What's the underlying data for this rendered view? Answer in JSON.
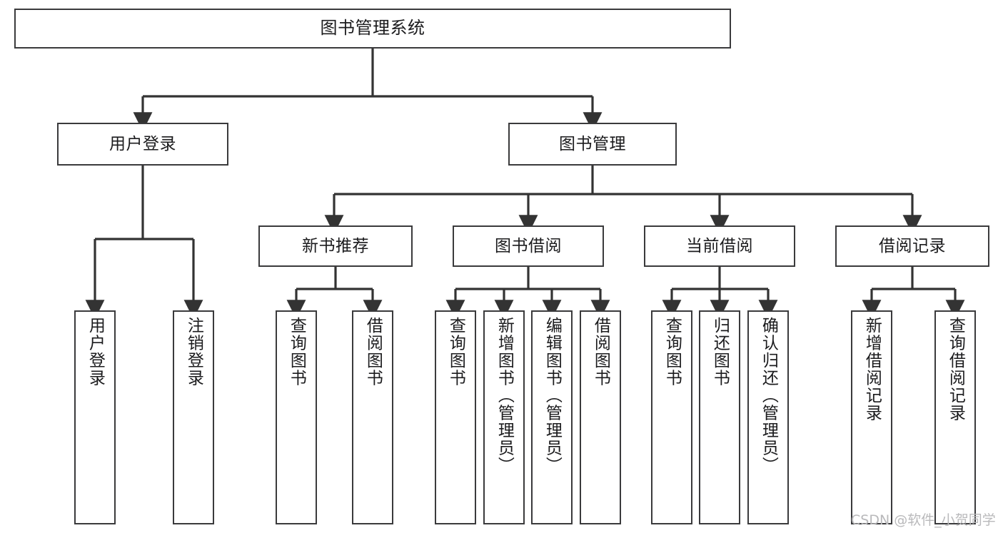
{
  "diagram": {
    "type": "tree",
    "title": "图书管理系统",
    "watermark": "CSDN @软件_小贺同学",
    "colors": {
      "box_border": "#3a3a3c",
      "box_fill": "#ffffff",
      "edge": "#333333",
      "text": "#1b1b1d",
      "watermark": "#b9b9bb",
      "background": "#ffffff"
    },
    "nodes": {
      "root": {
        "label": "图书管理系统"
      },
      "level2": [
        {
          "id": "user-login",
          "label": "用户登录"
        },
        {
          "id": "book-manage",
          "label": "图书管理"
        }
      ],
      "level3": [
        {
          "id": "new-book-recommend",
          "label": "新书推荐"
        },
        {
          "id": "book-borrow",
          "label": "图书借阅"
        },
        {
          "id": "current-borrow",
          "label": "当前借阅"
        },
        {
          "id": "borrow-record",
          "label": "借阅记录"
        }
      ],
      "leaves": {
        "user-login": [
          {
            "id": "leaf-user-login",
            "label": "用户登录"
          },
          {
            "id": "leaf-user-logout",
            "label": "注销登录"
          }
        ],
        "new-book-recommend": [
          {
            "id": "leaf-query-book-1",
            "label": "查询图书"
          },
          {
            "id": "leaf-borrow-book-1",
            "label": "借阅图书"
          }
        ],
        "book-borrow": [
          {
            "id": "leaf-query-book-2",
            "label": "查询图书"
          },
          {
            "id": "leaf-add-book",
            "label": "新增图书（管理员）"
          },
          {
            "id": "leaf-edit-book",
            "label": "编辑图书（管理员）"
          },
          {
            "id": "leaf-borrow-book-2",
            "label": "借阅图书"
          }
        ],
        "current-borrow": [
          {
            "id": "leaf-query-book-3",
            "label": "查询图书"
          },
          {
            "id": "leaf-return-book",
            "label": "归还图书"
          },
          {
            "id": "leaf-confirm-return",
            "label": "确认归还（管理员）"
          }
        ],
        "borrow-record": [
          {
            "id": "leaf-add-record",
            "label": "新增借阅记录"
          },
          {
            "id": "leaf-query-record",
            "label": "查询借阅记录"
          }
        ]
      }
    }
  }
}
